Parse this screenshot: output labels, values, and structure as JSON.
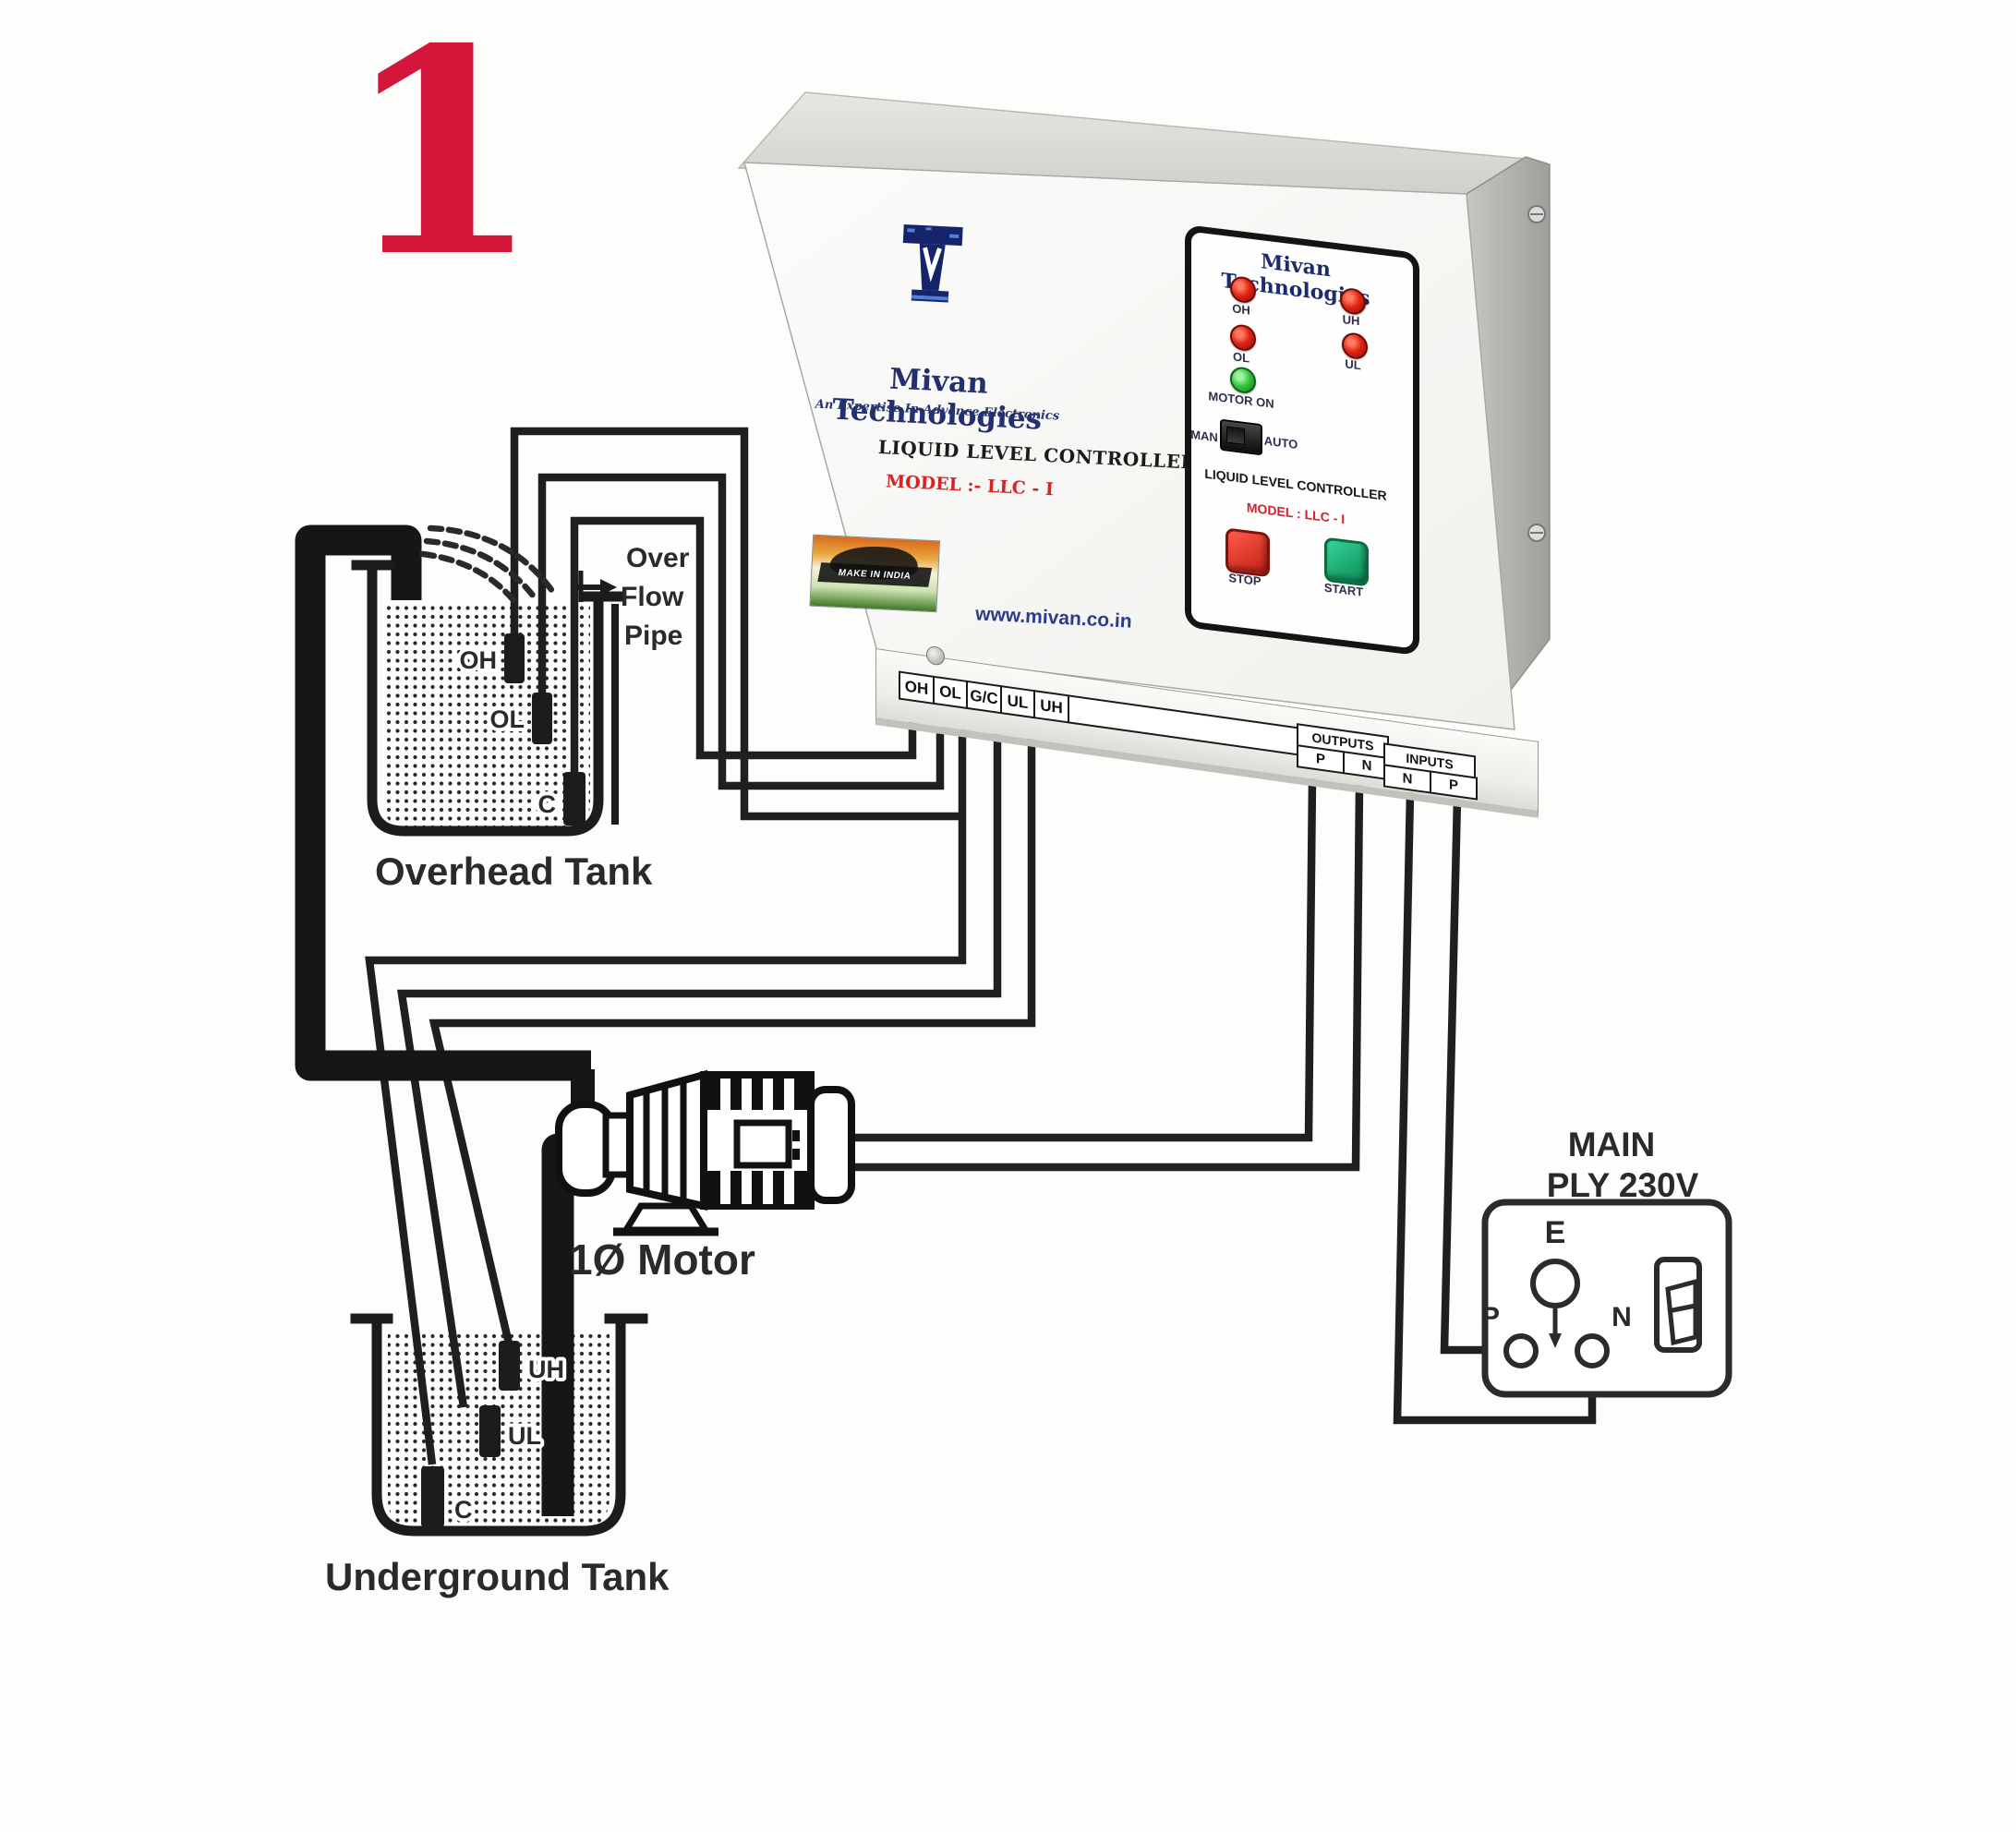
{
  "page_marker": "1",
  "box": {
    "brand": "Mivan Technologies",
    "tagline": "An Expertise In Advance Electronics",
    "product": "LIQUID LEVEL CONTROLLER",
    "model": "MODEL :- LLC - I",
    "badge": "MAKE IN INDIA",
    "website": "www.mivan.co.in"
  },
  "panel": {
    "title": "Mivan Technologies",
    "led_oh": "OH",
    "led_uh": "UH",
    "led_ol": "OL",
    "led_ul": "UL",
    "motor_on": "MOTOR ON",
    "man": "MAN",
    "auto": "AUTO",
    "product": "LIQUID LEVEL CONTROLLER",
    "model": "MODEL : LLC - I",
    "stop": "STOP",
    "start": "START"
  },
  "strip": {
    "terminals": [
      "OH",
      "OL",
      "G/C",
      "UL",
      "UH"
    ],
    "outputs_header": "OUTPUTS",
    "outputs_cols": [
      "P",
      "N"
    ],
    "inputs_header": "INPUTS",
    "inputs_cols": [
      "N",
      "P"
    ]
  },
  "overhead_tank": {
    "label": "Overhead Tank",
    "sensor_oh": "OH",
    "sensor_ol": "OL",
    "sensor_c": "C",
    "overflow_lines": [
      "Over",
      "Flow",
      "Pipe"
    ]
  },
  "motor": {
    "label": "1Ø Motor"
  },
  "underground_tank": {
    "label": "Underground Tank",
    "sensor_uh": "UH",
    "sensor_ul": "UL",
    "sensor_c": "C"
  },
  "supply": {
    "line1": "MAIN",
    "line2": "PLY 230V",
    "terminal_e": "E",
    "terminal_p": "P",
    "terminal_n": "N"
  },
  "colors": {
    "accent_red": "#d4163a",
    "led_red": "#e02414",
    "led_green": "#33c13e",
    "button_red": "#c21f13",
    "button_green": "#0d8a54",
    "brand_navy": "#232f6e"
  }
}
